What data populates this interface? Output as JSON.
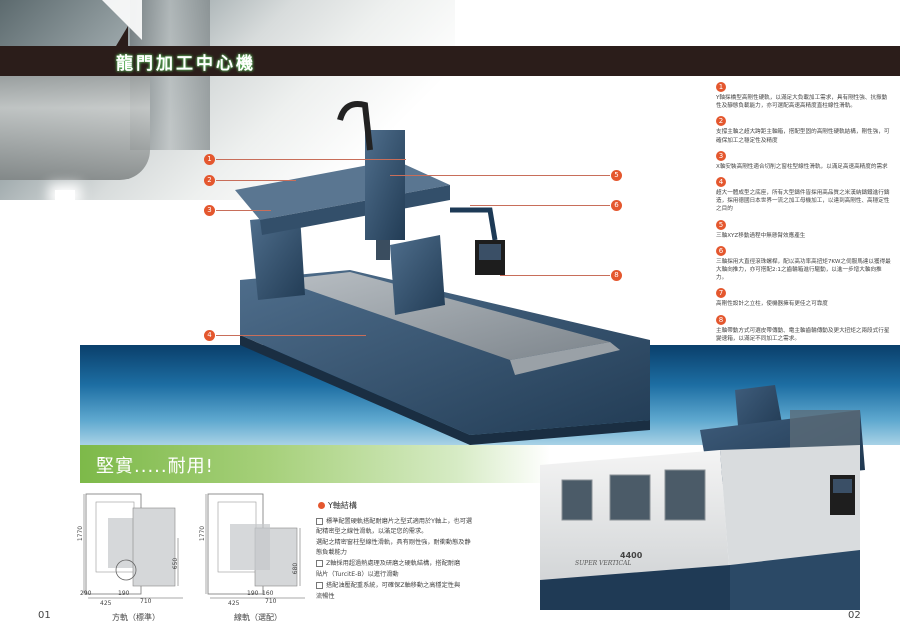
{
  "title": "龍門加工中心機",
  "band_text": "堅實.....耐用!",
  "features": [
    {
      "num": "1",
      "text": "Y軸採橋型高剛性硬軌，以滿足大負載加工需求，具有剛性強、抗振動性及靜態負載能力，亦可選配高速高精度直柱線性滑軌。"
    },
    {
      "num": "2",
      "text": "支撐主軸之超大跨距主軸箱，搭配型固的高剛性硬軌結構，剛性強，可確保加工之穩定性及精度"
    },
    {
      "num": "3",
      "text": "X軸安裝高剛性適合切削之窗柱型線性滑軌，以滿足高速高精度的需求"
    },
    {
      "num": "4",
      "text": "超大一體成型之底座，所有大型鑄件皆採用高品質之米漢納鑄鐵進行鑄造，採用德國日本世界一流之加工母機加工，以達到高剛性、高穩定性之目的"
    },
    {
      "num": "5",
      "text": "三軸XYZ移動過程中無懸臂效應產生"
    },
    {
      "num": "6",
      "text": "三軸採用大直徑滾珠螺桿，配以高功率高扭矩7KW之伺服馬達以獲得最大軸向推力，亦可搭配2:1之齒輪箱進行驅動，以進一步增大軸向推力。"
    },
    {
      "num": "7",
      "text": "高剛性設計之立柱，使機器擁有更佳之可靠度"
    },
    {
      "num": "8",
      "text": "主軸帶動方式可選皮帶傳動、電主軸齒輪傳動及更大扭矩之兩段式行星變速箱，以滿足不同加工之需求。"
    }
  ],
  "callouts_left": [
    "1",
    "2",
    "3",
    "4"
  ],
  "callouts_right": [
    "5",
    "6",
    "8"
  ],
  "y_axis": {
    "title": "Y軸結構",
    "items": [
      "標準配置硬軌搭配耐磨片之型式適用於Y軸上，也可選配精密型之線性滑軌，以滿足您的需求。",
      "選配之精密窗柱型線性滑軌，具有剛性強，耐衝動態及静態負載能力",
      "Z軸採用超過熱處理及研磨之硬軌結構，搭配耐磨",
      "貼片（TurcitE-B）以進行滑動",
      "搭配油壓配重系統，可確保Z軸移動之高穩定性與",
      "流暢性"
    ]
  },
  "drawings": [
    {
      "caption": "方軌（標準）",
      "dims": [
        "1770",
        "650",
        "425",
        "710",
        "290",
        "190"
      ]
    },
    {
      "caption": "線軌（選配）",
      "dims": [
        "1770",
        "680",
        "425",
        "710",
        "190",
        "160"
      ]
    }
  ],
  "machine_label": "4400",
  "brand_label": "SUPER VERTICAL",
  "page_left": "01",
  "page_right": "02",
  "colors": {
    "title_bar": "#2b1d1a",
    "accent": "#e4572e",
    "green": "#7db949",
    "blue": "#1d6ea3",
    "machine_blue": "#2c4a66"
  }
}
